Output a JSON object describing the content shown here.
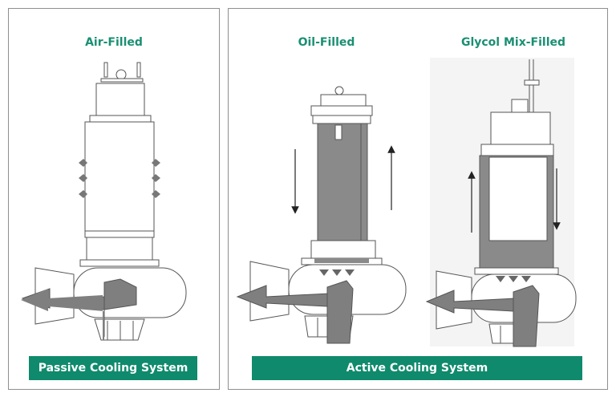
{
  "panels": {
    "passive": {
      "pumps": [
        {
          "label": "Air-Filled"
        }
      ],
      "banner": "Passive Cooling System"
    },
    "active": {
      "pumps": [
        {
          "label": "Oil-Filled"
        },
        {
          "label": "Glycol Mix-Filled"
        }
      ],
      "banner": "Active Cooling System"
    }
  },
  "colors": {
    "accent_text": "#1a8f73",
    "banner_bg": "#0f8a6c",
    "pump_fill": "#7f7f7f",
    "outline": "#555555"
  }
}
